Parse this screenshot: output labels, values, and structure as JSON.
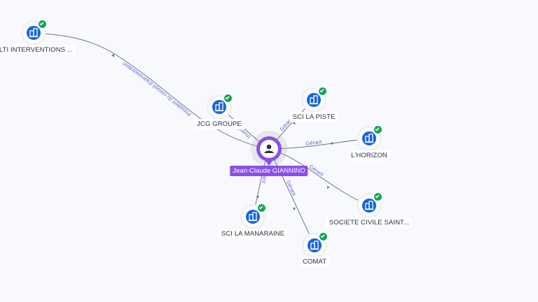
{
  "center": {
    "name": "Jean-Claude GIANNINO",
    "icon": "person-icon",
    "accent": "#8a4fea"
  },
  "nodes": [
    {
      "id": "multi",
      "label": "ULTI INTERVENTIONS ...",
      "icon": "building-icon",
      "status": "verified-check-icon"
    },
    {
      "id": "jcg",
      "label": "JCG GROUPE",
      "icon": "building-icon",
      "status": "verified-check-icon"
    },
    {
      "id": "piste",
      "label": "SCI LA PISTE",
      "icon": "building-icon",
      "status": "verified-check-icon"
    },
    {
      "id": "horizon",
      "label": "L'HORIZON",
      "icon": "building-icon",
      "status": "verified-check-icon"
    },
    {
      "id": "saint",
      "label": "SOCIETE CIVILE SAINT...",
      "icon": "building-icon",
      "status": "verified-check-icon"
    },
    {
      "id": "comat",
      "label": "COMAT",
      "icon": "building-icon",
      "status": "verified-check-icon"
    },
    {
      "id": "manaraine",
      "label": "SCI LA MANARAINE",
      "icon": "building-icon",
      "status": "verified-check-icon"
    }
  ],
  "edges": [
    {
      "to": "multi",
      "label": "Président du conseil d'administration"
    },
    {
      "to": "jcg",
      "label": "Invest"
    },
    {
      "to": "piste",
      "label": "Gérant"
    },
    {
      "to": "horizon",
      "label": "Gérant"
    },
    {
      "to": "saint",
      "label": "Gérant"
    },
    {
      "to": "comat",
      "label": "Gérant"
    },
    {
      "to": "manaraine",
      "label": "Gérant"
    }
  ],
  "colors": {
    "company": "#1565e0",
    "verified": "#18a455",
    "edge_label": "#6c63d8",
    "line": "#6f7480"
  }
}
